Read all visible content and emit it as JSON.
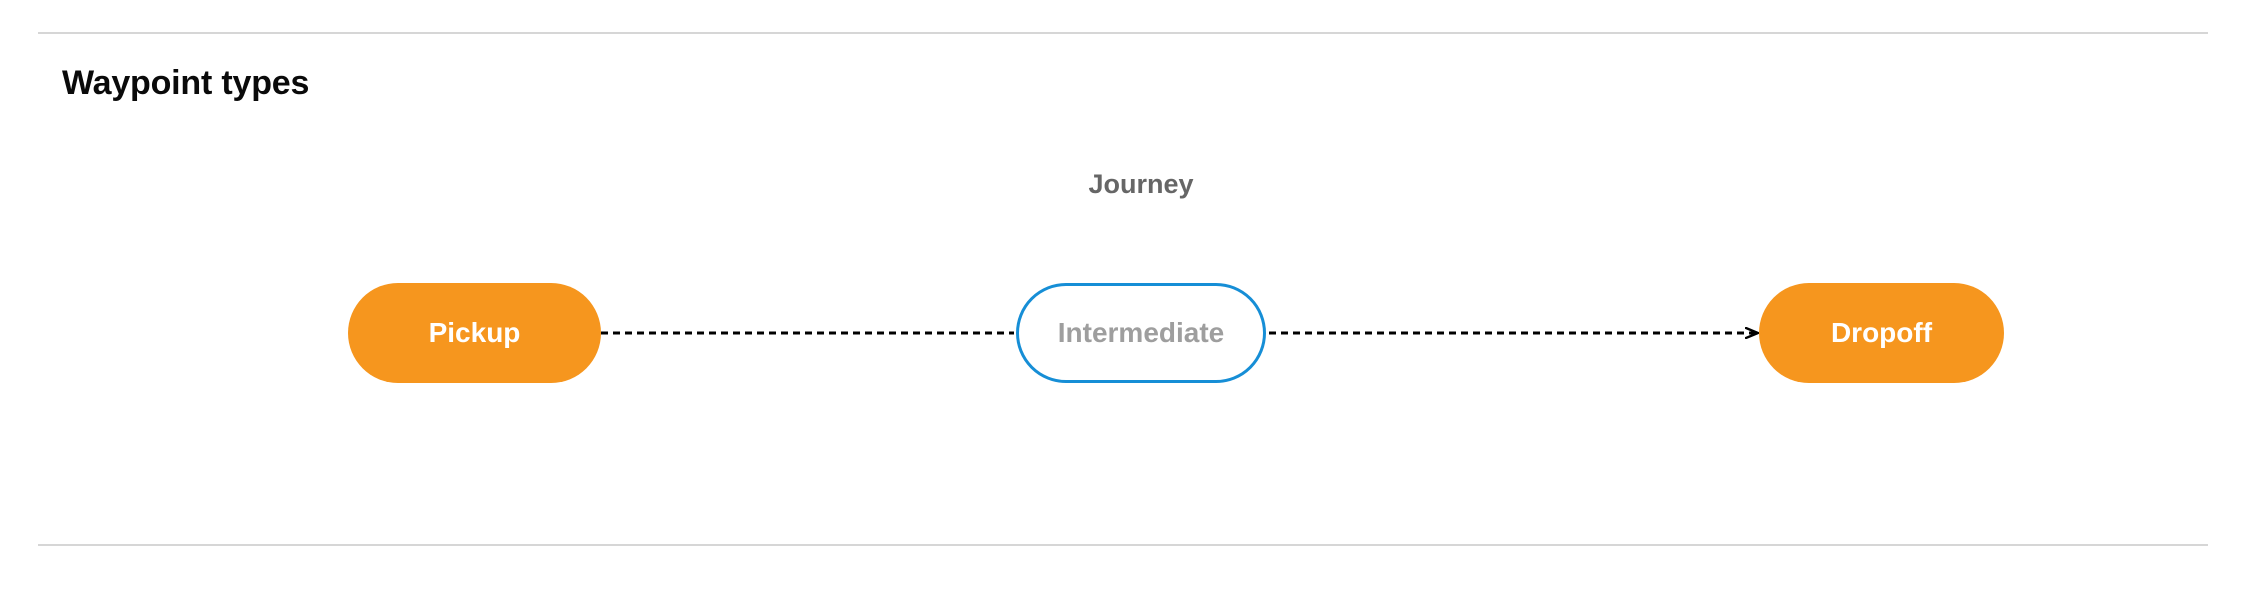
{
  "section": {
    "title": "Waypoint types"
  },
  "diagram": {
    "type": "flow",
    "orientation": "left-to-right",
    "cluster": {
      "label": "Journey"
    },
    "nodes": [
      {
        "id": "pickup",
        "label": "Pickup",
        "style": "terminal",
        "fill": "#F6961E",
        "text_color": "#ffffff"
      },
      {
        "id": "intermediate",
        "label": "Intermediate",
        "style": "intermediate",
        "fill": "#ffffff",
        "text_color": "#9e9e9e",
        "border_color": "#168ed6"
      },
      {
        "id": "dropoff",
        "label": "Dropoff",
        "style": "terminal",
        "fill": "#F6961E",
        "text_color": "#ffffff"
      }
    ],
    "edges": [
      {
        "from": "pickup",
        "to": "intermediate",
        "style": "dashed",
        "arrowhead": false,
        "color": "#000000"
      },
      {
        "from": "intermediate",
        "to": "dropoff",
        "style": "dashed",
        "arrowhead": true,
        "color": "#000000"
      }
    ]
  },
  "colors": {
    "terminal_fill": "#F6961E",
    "intermediate_border": "#168ed6",
    "intermediate_text": "#9e9e9e",
    "cluster_label": "#666666",
    "divider": "#d6d6d6",
    "heading": "#0a0a0a",
    "edge": "#000000"
  }
}
